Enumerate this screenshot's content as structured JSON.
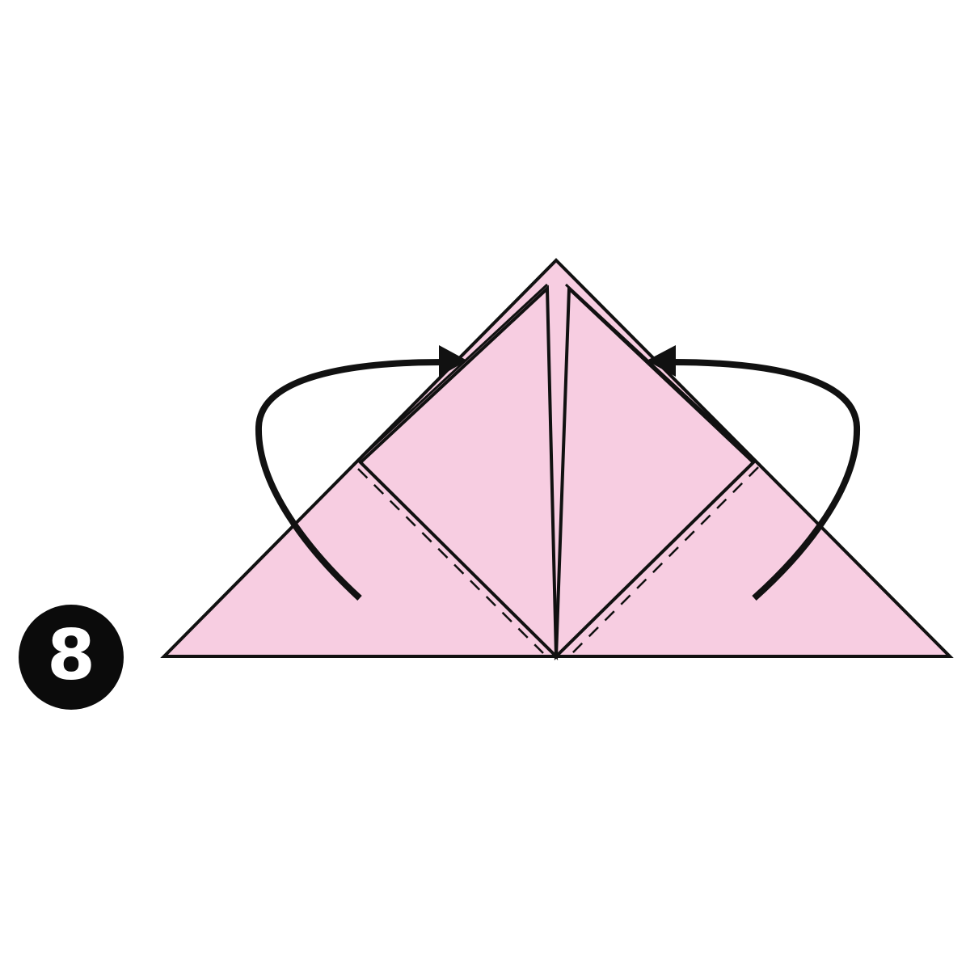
{
  "step": {
    "number": "8"
  },
  "colors": {
    "paper": "#f7cde1",
    "line": "#111111",
    "background": "#ffffff",
    "badge": "#0b0b0b",
    "badge_text": "#ffffff"
  },
  "icons": {
    "fold_arrow_left": "curved-arrow-fold-behind",
    "fold_arrow_right": "curved-arrow-fold-behind"
  }
}
